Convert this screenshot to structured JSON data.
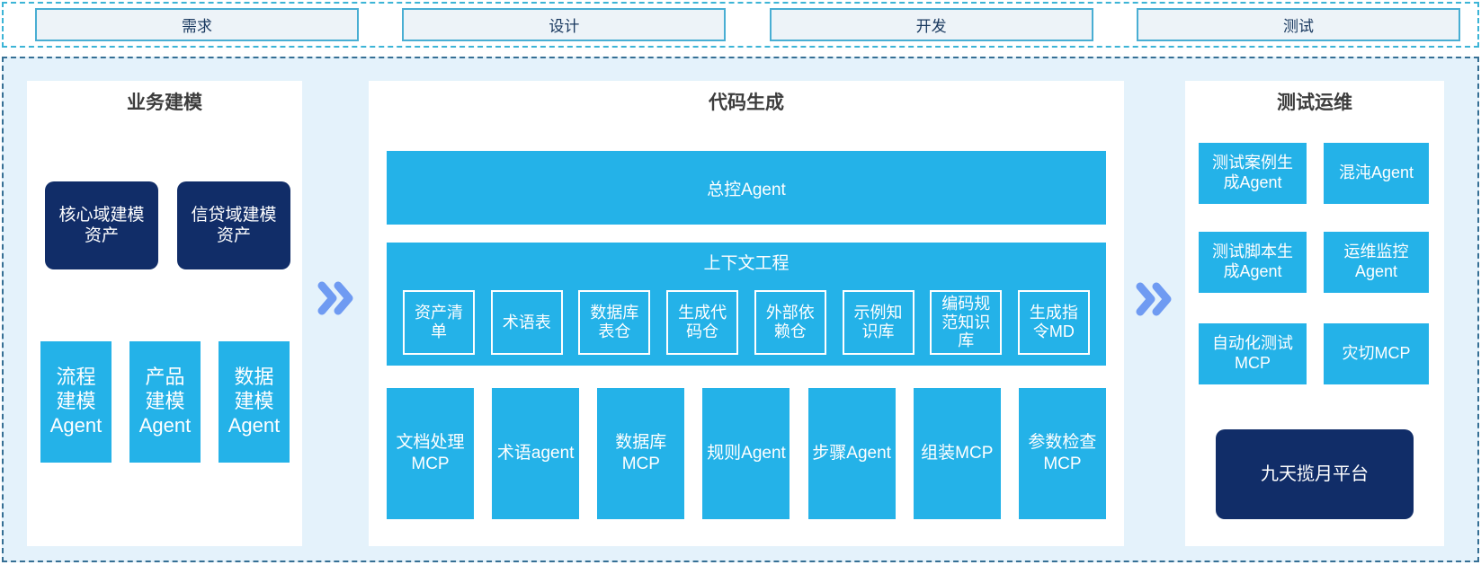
{
  "phases": [
    "需求",
    "设计",
    "开发",
    "测试"
  ],
  "panels": {
    "business_modeling": {
      "title": "业务建模",
      "asset_boxes": [
        "核心域建模\n资产",
        "信贷域建模\n资产"
      ],
      "agent_boxes": [
        "流程\n建模\nAgent",
        "产品\n建模\nAgent",
        "数据\n建模\nAgent"
      ]
    },
    "code_generation": {
      "title": "代码生成",
      "master_agent": "总控Agent",
      "context_engineering": {
        "title": "上下文工程",
        "items": [
          "资产清\n单",
          "术语表",
          "数据库\n表仓",
          "生成代\n码仓",
          "外部依\n赖仓",
          "示例知\n识库",
          "编码规\n范知识\n库",
          "生成指\n令MD"
        ]
      },
      "tools": [
        "文档处理\nMCP",
        "术语agent",
        "数据库\nMCP",
        "规则Agent",
        "步骤Agent",
        "组装MCP",
        "参数检查\nMCP"
      ]
    },
    "test_ops": {
      "title": "测试运维",
      "boxes": [
        "测试案例生\n成Agent",
        "混沌Agent",
        "测试脚本生\n成Agent",
        "运维监控\nAgent",
        "自动化测试\nMCP",
        "灾切MCP"
      ],
      "platform": "九天揽月平台"
    }
  },
  "icons": {
    "flow_arrow": "double-chevron-right"
  },
  "colors": {
    "cyan": "#24b2e8",
    "navy": "#112d68",
    "container_bg": "#e4f2fb",
    "phase_fill": "#edf3f8",
    "phase_border": "#49aed3",
    "strip_dash": "#3cb4d6",
    "main_dash": "#356f94",
    "chevron": "#6f9bf2",
    "title_text": "#3d3d3d",
    "phase_text": "#17375e"
  }
}
